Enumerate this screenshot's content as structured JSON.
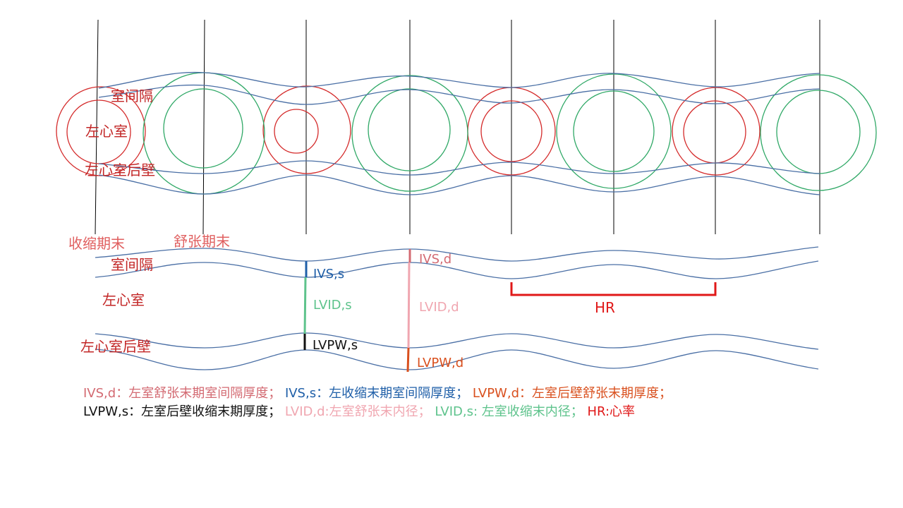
{
  "colors": {
    "wave": "#4a6fa5",
    "red": "#d42a2a",
    "green": "#2fa866",
    "guide": "#000000",
    "ivs_s": "#1f5fa8",
    "lvid_s": "#5ec38c",
    "lvpw_s": "#111111",
    "ivs_d": "#d36a72",
    "lvid_d": "#f0a6b0",
    "lvpw_d": "#d9501e",
    "hr": "#e01818"
  },
  "top_section": {
    "label_septum": "室间隔",
    "label_lv": "左心室",
    "label_lvpw": "左心室后壁",
    "label_end_systole": "收缩期末",
    "label_end_diastole": "舒张期末"
  },
  "mmode_section": {
    "label_septum": "室间隔",
    "label_lv": "左心室",
    "label_lvpw": "左心室后壁",
    "ivs_s": "IVS,s",
    "lvid_s": "LVID,s",
    "lvpw_s": "LVPW,s",
    "ivs_d": "IVS,d",
    "lvid_d": "LVID,d",
    "lvpw_d": "LVPW,d",
    "hr": "HR"
  },
  "legend": {
    "line1": [
      {
        "text": "IVS,d：左室舒张末期室间隔厚度；",
        "color": "#d36a72"
      },
      {
        "text": "IVS,s：左收缩末期室间隔厚度；",
        "color": "#1f5fa8"
      },
      {
        "text": "LVPW,d：左室后壁舒张末期厚度；",
        "color": "#d9501e"
      }
    ],
    "line2": [
      {
        "text": "LVPW,s：左室后壁收缩末期厚度；",
        "color": "#111111"
      },
      {
        "text": "LVID,d:左室舒张末内径；",
        "color": "#f0a6b0"
      },
      {
        "text": "LVID,s: 左室收缩末内径；",
        "color": "#5ec38c"
      },
      {
        "text": "HR:心率",
        "color": "#e01818"
      }
    ]
  }
}
